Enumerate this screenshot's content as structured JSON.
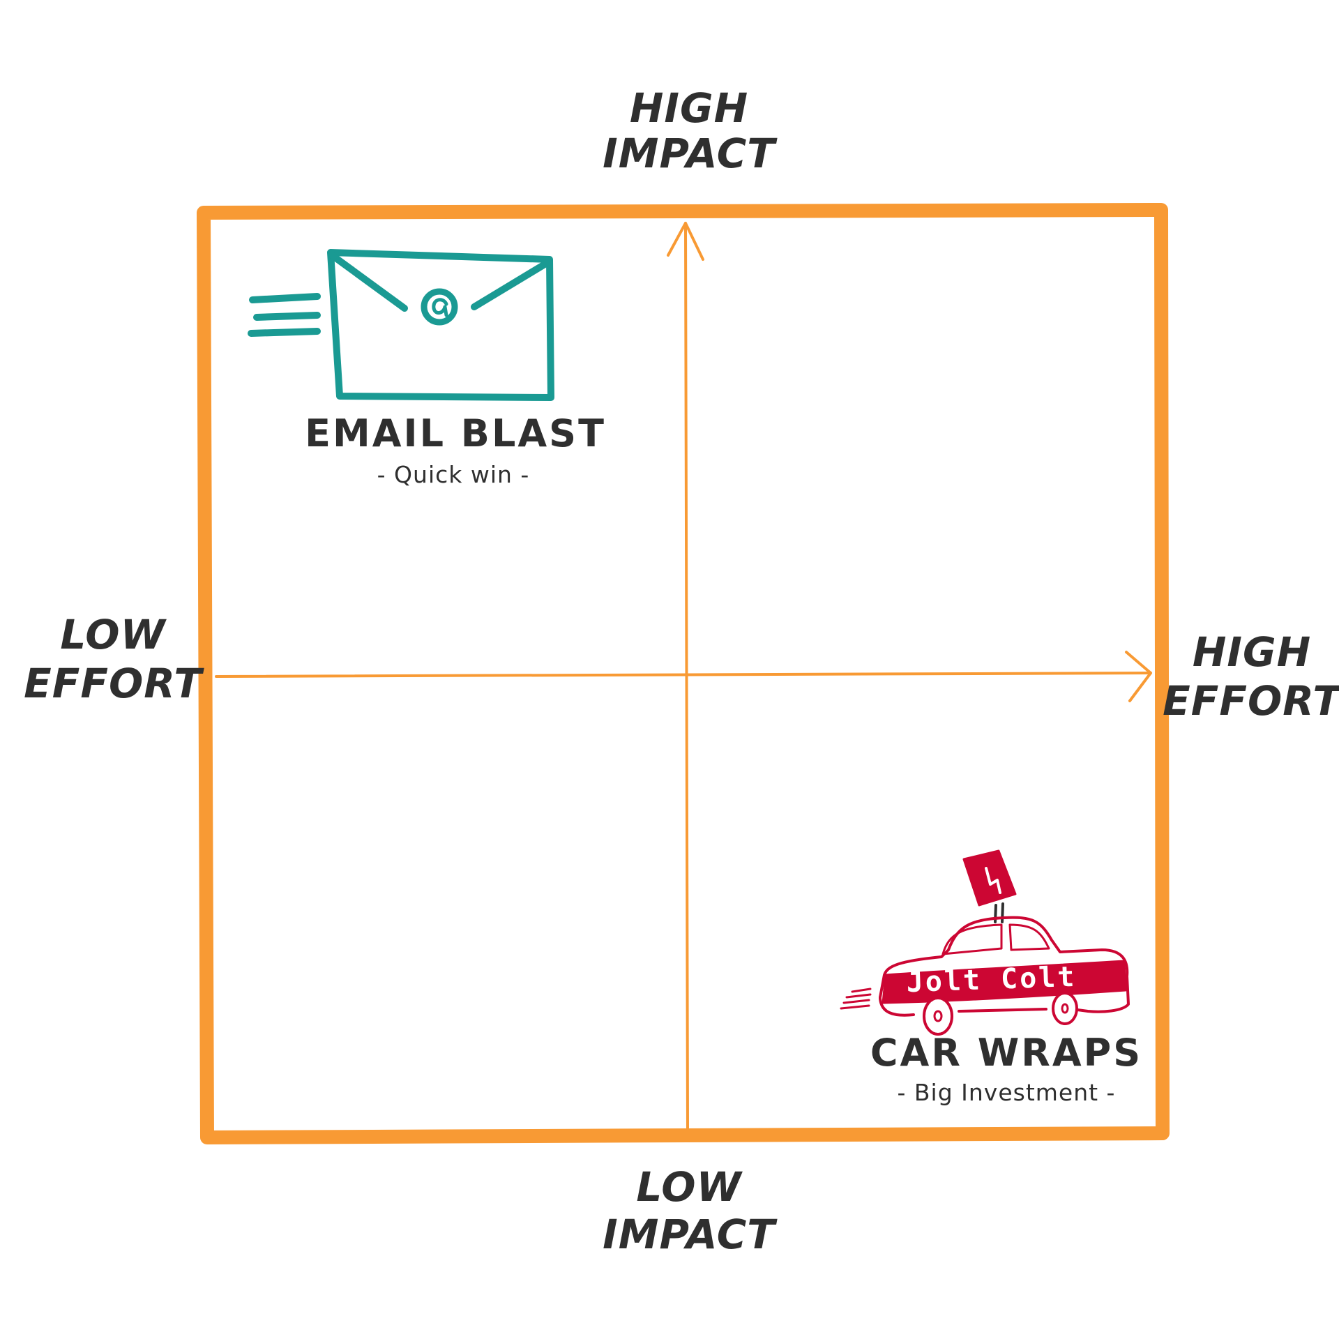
{
  "colors": {
    "frame": "#F89A34",
    "axis": "#F89A34",
    "email": "#1A9A93",
    "car": "#CC0633",
    "ink": "#2F2F2F"
  },
  "axes": {
    "top_line1": "HIGH",
    "top_line2": "IMPACT",
    "bottom_line1": "LOW",
    "bottom_line2": "IMPACT",
    "left_line1": "LOW",
    "left_line2": "EFFORT",
    "right_line1": "HIGH",
    "right_line2": "EFFORT"
  },
  "items": {
    "email": {
      "title": "EMAIL BLAST",
      "subtitle": "- Quick win -",
      "icon": "envelope-at-icon"
    },
    "car": {
      "title": "CAR WRAPS",
      "subtitle": "- Big Investment -",
      "brand": "Jolt Colt",
      "icon": "car-icon"
    }
  }
}
